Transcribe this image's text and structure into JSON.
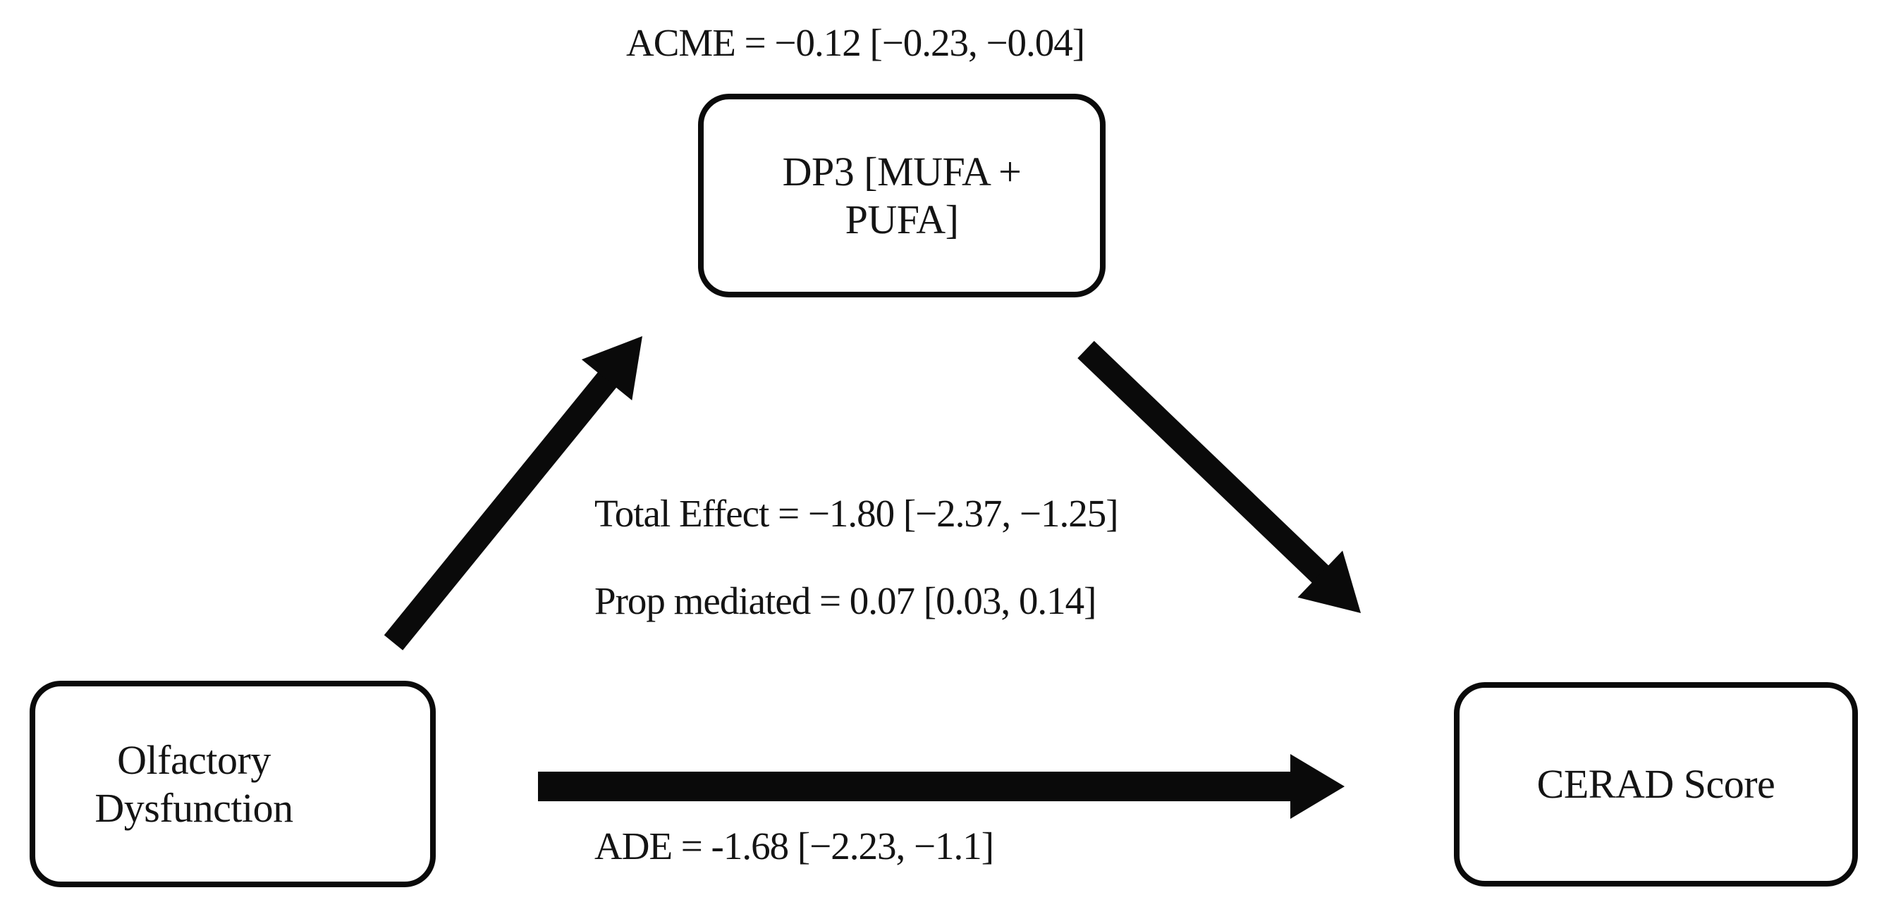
{
  "diagram": {
    "type": "mediation-path-diagram",
    "nodes": {
      "mediator": {
        "role": "mediator",
        "lines": [
          "DP3 [MUFA +",
          "PUFA]"
        ]
      },
      "exposure": {
        "role": "exposure",
        "lines": [
          "Olfactory",
          "Dysfunction"
        ]
      },
      "outcome": {
        "role": "outcome",
        "lines": [
          "CERAD Score"
        ]
      }
    },
    "labels": {
      "acme": "ACME = −0.12 [−0.23, −0.04]",
      "total_effect": "Total Effect = −1.80 [−2.37, −1.25]",
      "prop_mediated": "Prop mediated = 0.07 [0.03, 0.14]",
      "ade": "ADE = -1.68 [−2.23, −1.1]"
    },
    "stats": {
      "acme": {
        "estimate": -0.12,
        "ci": [
          -0.23,
          -0.04
        ]
      },
      "total_effect": {
        "estimate": -1.8,
        "ci": [
          -2.37,
          -1.25
        ]
      },
      "prop_mediated": {
        "estimate": 0.07,
        "ci": [
          0.03,
          0.14
        ]
      },
      "ade": {
        "estimate": -1.68,
        "ci": [
          -2.23,
          -1.1
        ]
      }
    },
    "edges": [
      {
        "from": "exposure",
        "to": "mediator"
      },
      {
        "from": "mediator",
        "to": "outcome"
      },
      {
        "from": "exposure",
        "to": "outcome"
      }
    ],
    "colors": {
      "ink": "#0a0a0a",
      "text": "#141414",
      "background": "#ffffff"
    }
  }
}
